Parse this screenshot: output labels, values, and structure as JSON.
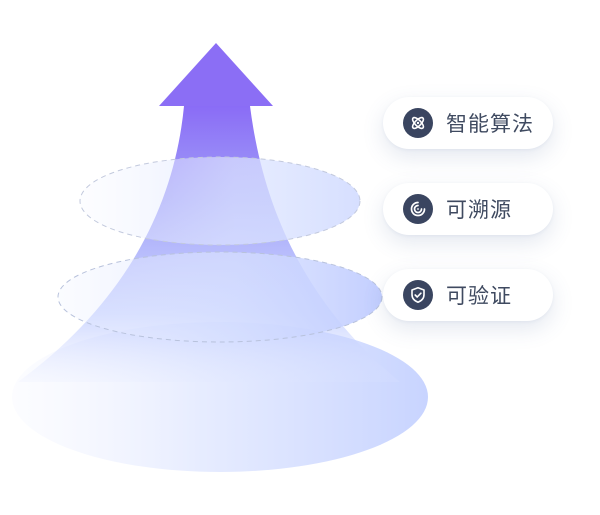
{
  "features": [
    {
      "label": "智能算法",
      "icon": "atom-icon"
    },
    {
      "label": "可溯源",
      "icon": "spiral-icon"
    },
    {
      "label": "可验证",
      "icon": "shield-check-icon"
    }
  ],
  "colors": {
    "arrow_top": "#8b6ef5",
    "arrow_bottom": "#cfd8ff",
    "disc": "#c9d6ff",
    "icon_bg": "#3a4560",
    "label_text": "#3f4a60"
  }
}
